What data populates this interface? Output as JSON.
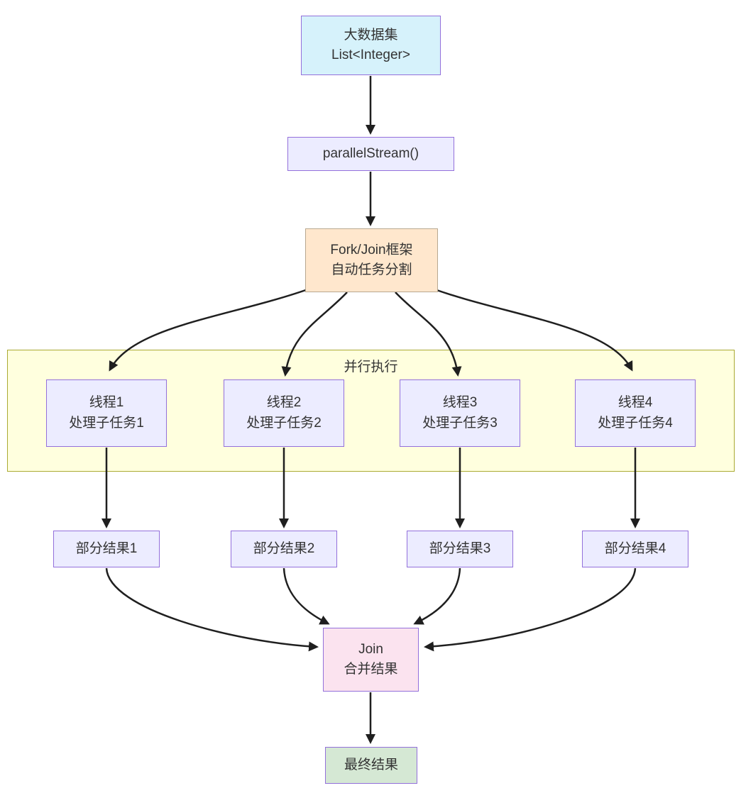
{
  "nodes": {
    "big_dataset": {
      "line1": "大数据集",
      "line2": "List<Integer>"
    },
    "parallel_stream": {
      "label": "parallelStream()"
    },
    "fork_join": {
      "line1": "Fork/Join框架",
      "line2": "自动任务分割"
    },
    "parallel_group": {
      "label": "并行执行"
    },
    "threads": [
      {
        "line1": "线程1",
        "line2": "处理子任务1"
      },
      {
        "line1": "线程2",
        "line2": "处理子任务2"
      },
      {
        "line1": "线程3",
        "line2": "处理子任务3"
      },
      {
        "line1": "线程4",
        "line2": "处理子任务4"
      }
    ],
    "partial_results": [
      "部分结果1",
      "部分结果2",
      "部分结果3",
      "部分结果4"
    ],
    "join": {
      "line1": "Join",
      "line2": "合并结果"
    },
    "final_result": {
      "label": "最终结果"
    }
  },
  "colors": {
    "dataset_fill": "#D6F2FB",
    "node_fill": "#ECECFF",
    "node_border": "#9370DB",
    "forkjoin_fill": "#FFE7CD",
    "forkjoin_border": "#B8A890",
    "group_fill": "#FFFFDE",
    "group_border": "#AAAA33",
    "join_fill": "#FBE3EF",
    "final_fill": "#D5E8D4",
    "edge": "#1F1F1F"
  }
}
